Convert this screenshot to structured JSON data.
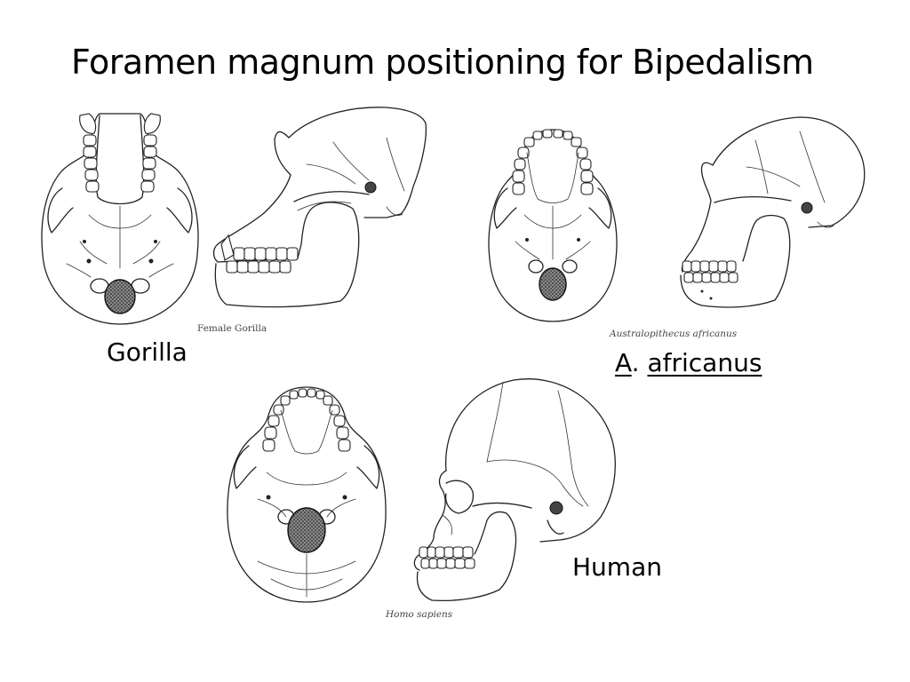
{
  "slide": {
    "title": "Foramen magnum positioning for Bipedalism"
  },
  "specimens": {
    "gorilla": {
      "label": "Gorilla",
      "caption": "Female Gorilla"
    },
    "africanus": {
      "label_genus": "A",
      "label_dot": ".",
      "label_species": "africanus",
      "caption": "Australopithecus africanus"
    },
    "human": {
      "label": "Human",
      "caption": "Homo sapiens"
    }
  },
  "colors": {
    "line": "#222222",
    "foramen_fill": "#6a6a6a",
    "background": "#ffffff"
  }
}
